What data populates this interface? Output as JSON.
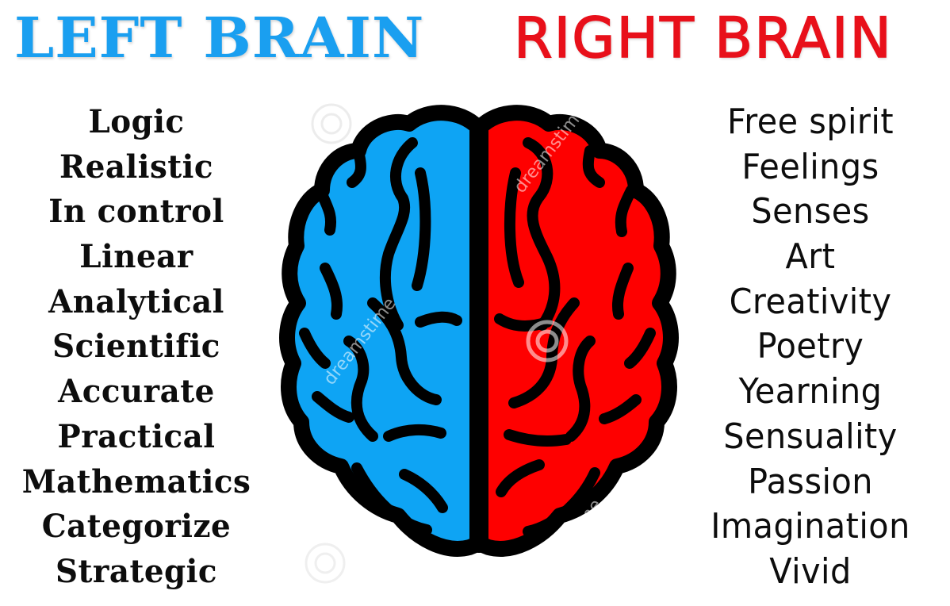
{
  "headings": {
    "left": "LEFT BRAIN",
    "right": "RIGHT BRAIN"
  },
  "colors": {
    "left_heading": "#1a9ff0",
    "right_heading": "#e8101a",
    "left_hemisphere": "#0ea4f4",
    "right_hemisphere": "#fe0000",
    "outline": "#000000",
    "text": "#0d0d0d",
    "background": "#ffffff"
  },
  "left_traits": [
    "Logic",
    "Realistic",
    "In control",
    "Linear",
    "Analytical",
    "Scientific",
    "Accurate",
    "Practical",
    "Mathematics",
    "Categorize",
    "Strategic"
  ],
  "right_traits": [
    "Free spirit",
    "Feelings",
    "Senses",
    "Art",
    "Creativity",
    "Poetry",
    "Yearning",
    "Sensuality",
    "Passion",
    "Imagination",
    "Vivid"
  ],
  "illustration": {
    "icon": "brain-icon",
    "left_label": "left-hemisphere",
    "right_label": "right-hemisphere"
  },
  "watermark": {
    "text": "dreamstime"
  }
}
